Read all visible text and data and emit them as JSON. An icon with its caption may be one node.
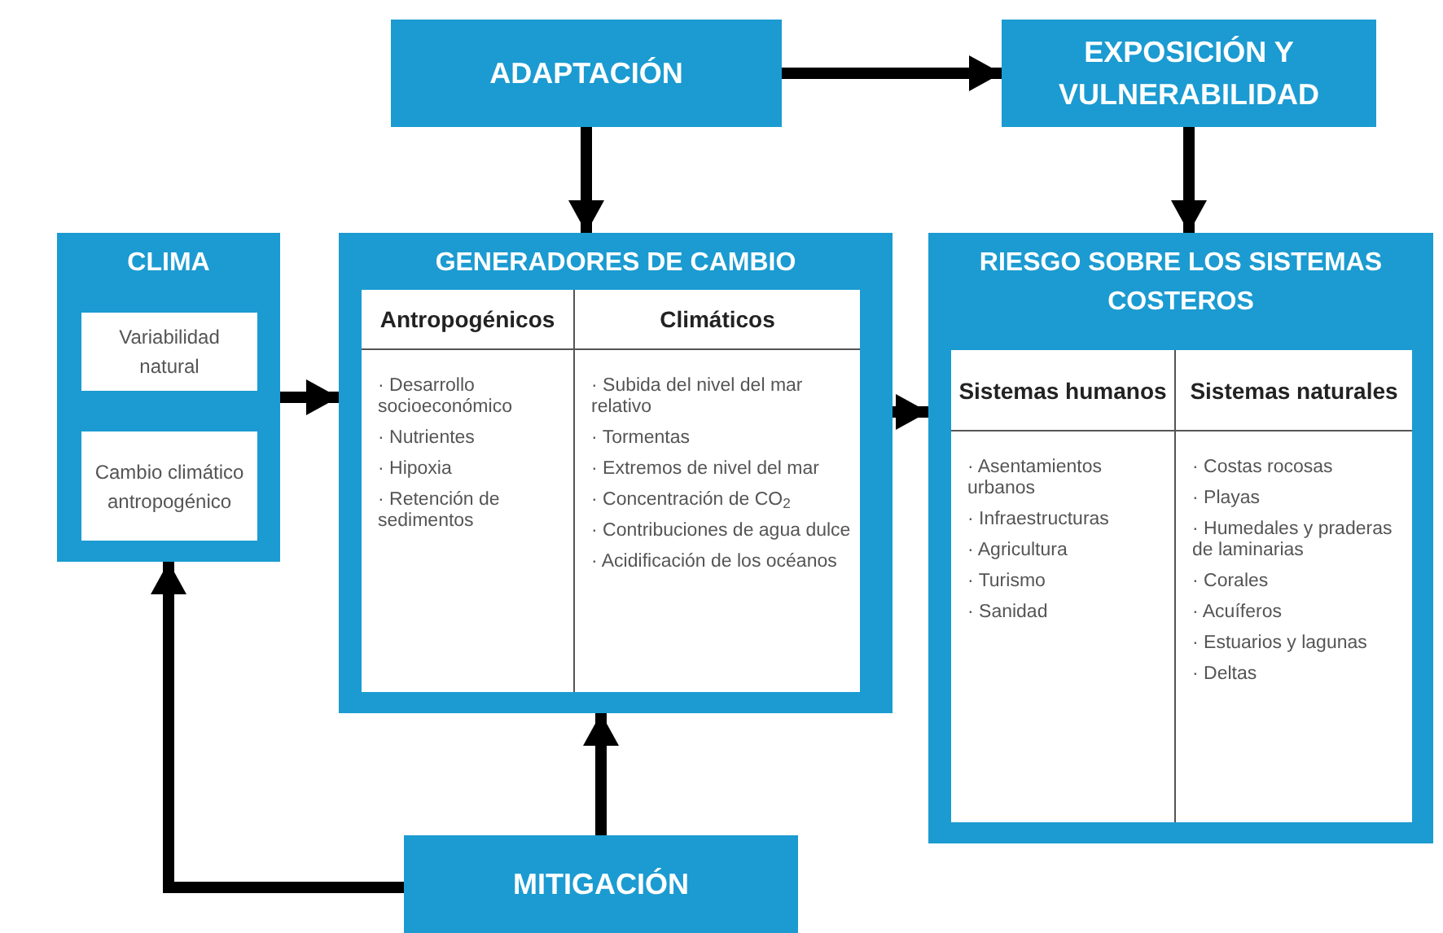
{
  "diagram": {
    "nodes": [
      {
        "text": [
          "ADAPTACIÓN"
        ]
      },
      {
        "text": [
          "EXPOSICIÓN Y VULNERABILIDAD"
        ]
      },
      {
        "text": [
          "CLIMA"
        ]
      },
      {
        "text": [
          "Variabilidad natural"
        ],
        "in": 2
      },
      {
        "text": [
          "Cambio climático antropogénico"
        ],
        "in": 2
      },
      {
        "text": [
          "GENERADORES DE CAMBIO"
        ]
      },
      {
        "text": [
          "Antropogénicos",
          "· Desarrollo socioeconómico",
          "· Nutrientes",
          "· Hipoxia",
          "· Retención de sedimentos"
        ],
        "in": 5
      },
      {
        "text": [
          "Climáticos",
          "· Subida del nivel del mar relativo",
          "· Tormentas",
          "· Extremos de nivel del mar",
          "· Concentración de CO$_{2}$",
          "· Contribuciones de agua dulce",
          "· Acidificación de los océanos"
        ],
        "in": 5
      },
      {
        "text": [
          "RIESGO SOBRE LOS SISTEMAS COSTEROS"
        ]
      },
      {
        "text": [
          "Sistemas humanos",
          "· Asentamientos urbanos",
          "· Infraestructuras",
          "· Agricultura",
          "· Turismo",
          "· Sanidad"
        ],
        "in": 8
      },
      {
        "text": [
          "Sistemas naturales",
          "· Costas rocosas",
          "· Playas",
          "· Humedales y praderas de laminarias",
          "· Corales",
          "· Acuíferos",
          "· Estuarios y lagunas",
          "· Deltas"
        ],
        "in": 8
      },
      {
        "text": [
          "MITIGACIÓN"
        ]
      }
    ],
    "edges": [
      {
        "from": 0,
        "to": 1,
        "arrow": "to"
      },
      {
        "from": 0,
        "to": 5,
        "arrow": "to"
      },
      {
        "from": 1,
        "to": 8,
        "arrow": "to"
      },
      {
        "from": 2,
        "to": 5,
        "arrow": "to"
      },
      {
        "from": 5,
        "to": 8,
        "arrow": "to"
      },
      {
        "from": 11,
        "to": 5,
        "arrow": "to"
      },
      {
        "from": 11,
        "to": 2,
        "arrow": "to"
      }
    ]
  }
}
